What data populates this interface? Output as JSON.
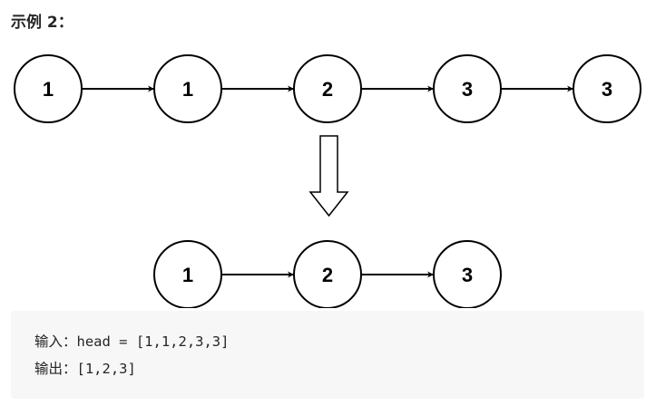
{
  "heading": "示例 2：",
  "input_list": {
    "nodes": [
      "1",
      "1",
      "2",
      "3",
      "3"
    ]
  },
  "output_list": {
    "nodes": [
      "1",
      "2",
      "3"
    ]
  },
  "code": {
    "input_line": "输入：head = [1,1,2,3,3]",
    "output_line": "输出：[1,2,3]"
  },
  "colors": {
    "stroke": "#000000",
    "code_bg": "#f7f7f8",
    "text": "#262626"
  }
}
